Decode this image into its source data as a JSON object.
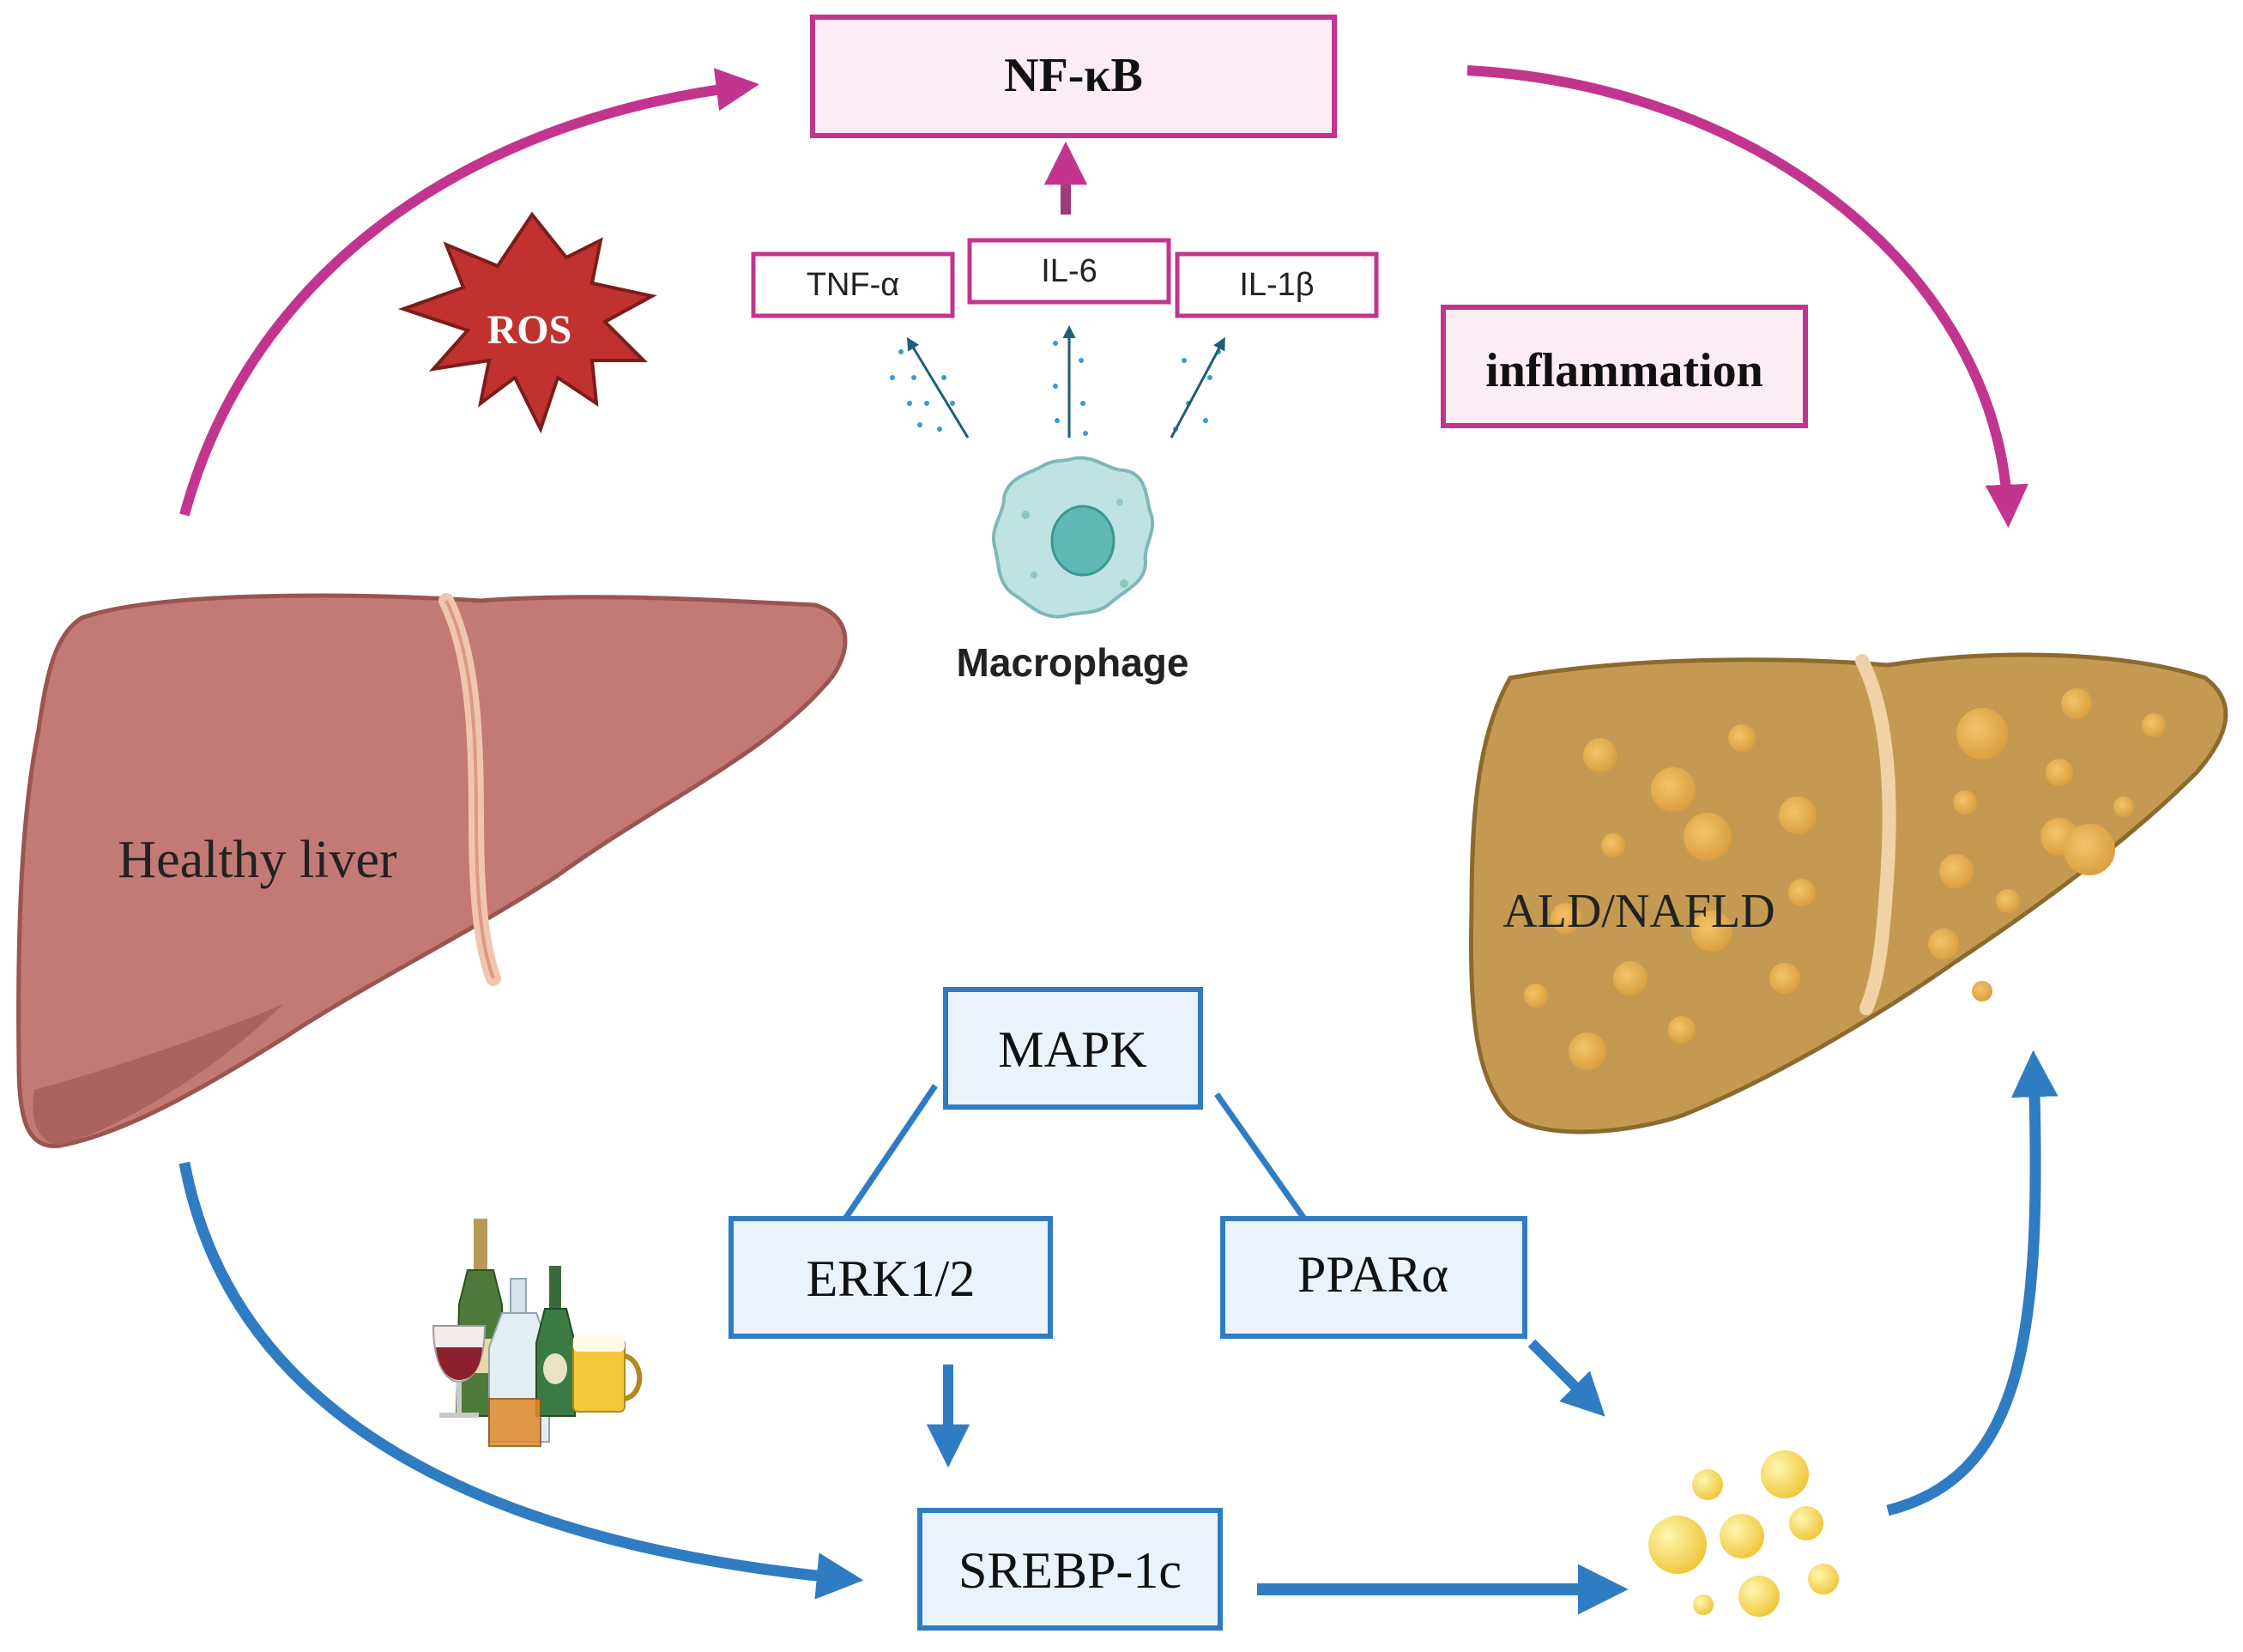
{
  "pathway": {
    "nfkb": "NF-κB",
    "cytokines": [
      "TNF-α",
      "IL-6",
      "IL-1β"
    ],
    "ros": "ROS",
    "inflammation": "inflammation",
    "macrophage": "Macrophage"
  },
  "livers": {
    "healthy": "Healthy liver",
    "disease": "ALD/NAFLD"
  },
  "lipid_pathway": {
    "mapk": "MAPK",
    "erk": "ERK1/2",
    "ppar": "PPARα",
    "srebp": "SREBP-1c"
  },
  "colors": {
    "magenta": "#c2358e",
    "magenta_box_fill": "#fcecf6",
    "blue": "#2f7cc3",
    "blue_box_fill": "#eaf2fb",
    "healthy_liver": "#c47a74",
    "fatty_liver": "#c49a52",
    "fat_droplet": "#f3d24a",
    "ros_star": "#c0312f"
  },
  "icons": [
    "ros-burst-icon",
    "macrophage-icon",
    "alcohol-bottles-icon",
    "fat-droplets-icon"
  ]
}
